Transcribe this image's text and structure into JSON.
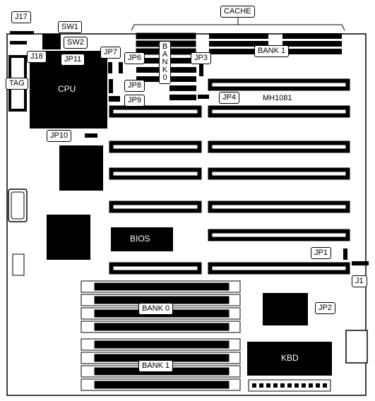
{
  "labels": {
    "cache": "CACHE",
    "j17": "J17",
    "sw1": "SW1",
    "sw2": "SW2",
    "j18": "J18",
    "jp11": "JP11",
    "jp7": "JP7",
    "jp6": "JP6",
    "bank0_top": "BANK0",
    "jp3": "JP3",
    "bank1_top": "BANK 1",
    "tag": "TAG",
    "cpu": "CPU",
    "jp8": "JP8",
    "jp9": "JP9",
    "jp4": "JP4",
    "model": "MH1081",
    "jp10": "JP10",
    "bios": "BIOS",
    "jp1": "JP1",
    "j1": "J1",
    "bank0_simm": "BANK 0",
    "jp2": "JP2",
    "kbd": "KBD",
    "bank1_simm": "BANK 1"
  }
}
